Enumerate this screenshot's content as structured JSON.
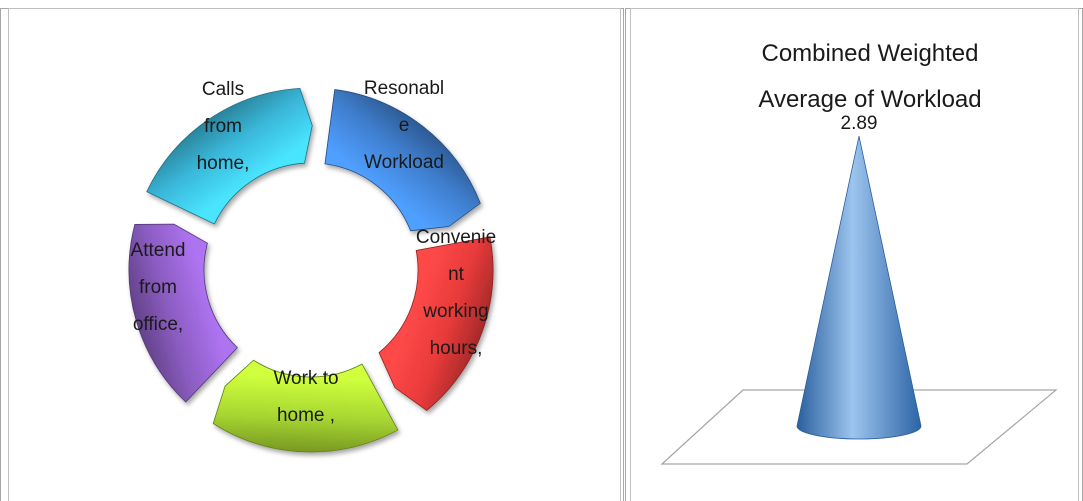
{
  "chart_data": [
    {
      "type": "cycle",
      "segments": [
        {
          "name": "Resonable Workload",
          "lines": [
            "Resonabl",
            "e",
            "Workload"
          ],
          "color": "#3f7fcf"
        },
        {
          "name": "Convenient working hours,",
          "lines": [
            "Convenie",
            "nt",
            "working",
            "hours,"
          ],
          "color": "#e83a3a"
        },
        {
          "name": "Work to home ,",
          "lines": [
            "Work to",
            "home ,"
          ],
          "color": "#a6d531"
        },
        {
          "name": "Attend from office,",
          "lines": [
            "Attend",
            "from",
            "office,"
          ],
          "color": "#8a5cc0"
        },
        {
          "name": "Calls from home,",
          "lines": [
            "Calls",
            "from",
            "home,"
          ],
          "color": "#3ab7d9"
        }
      ]
    },
    {
      "type": "bar",
      "shape": "cone",
      "title_lines": [
        "Combined Weighted",
        "Average of Workload"
      ],
      "values": [
        2.89
      ],
      "data_labels": [
        "2.89"
      ],
      "color": "#4f8fd6"
    }
  ]
}
